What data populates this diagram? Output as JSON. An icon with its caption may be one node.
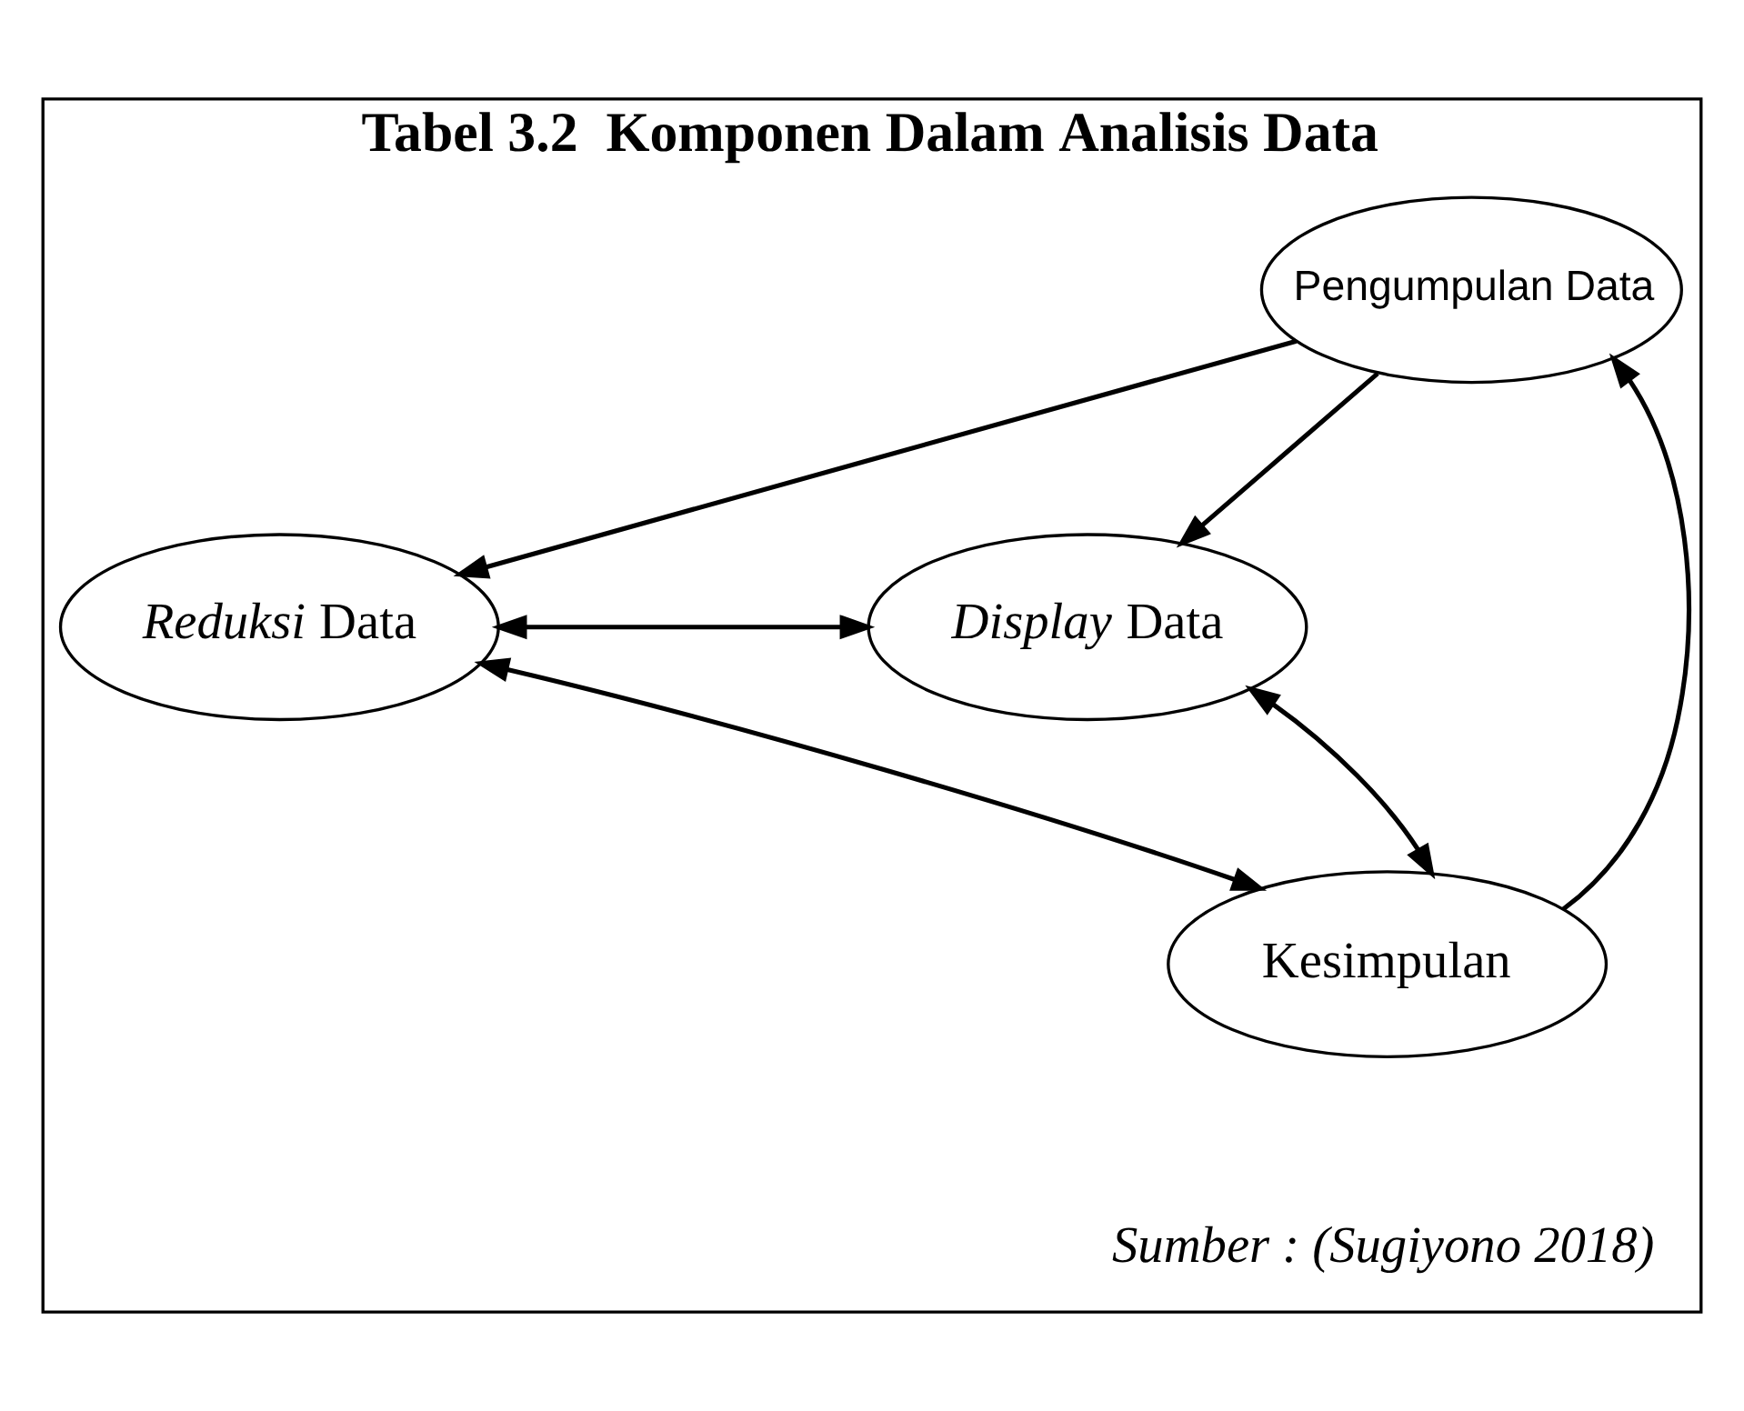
{
  "diagram": {
    "title": "Tabel 3.2  Komponen Dalam Analisis Data",
    "caption": "Sumber : (Sugiyono 2018)",
    "nodes": [
      {
        "text": [],
        "shape": "box"
      },
      {
        "text": [
          "Pengumpulan Data"
        ],
        "in": 0
      },
      {
        "text": [
          "*Reduksi* Data"
        ],
        "in": 0
      },
      {
        "text": [
          "*Display* Data"
        ],
        "in": 0
      },
      {
        "text": [
          "Kesimpulan"
        ],
        "in": 0
      }
    ],
    "edges": [
      {
        "from": 1,
        "to": 2,
        "arrow": "to"
      },
      {
        "from": 1,
        "to": 3,
        "arrow": "to"
      },
      {
        "from": 2,
        "to": 3,
        "arrow": "both"
      },
      {
        "from": 2,
        "to": 4,
        "arrow": "both"
      },
      {
        "from": 4,
        "to": 3,
        "arrow": "both"
      },
      {
        "from": 4,
        "to": 1,
        "arrow": "to"
      }
    ]
  }
}
